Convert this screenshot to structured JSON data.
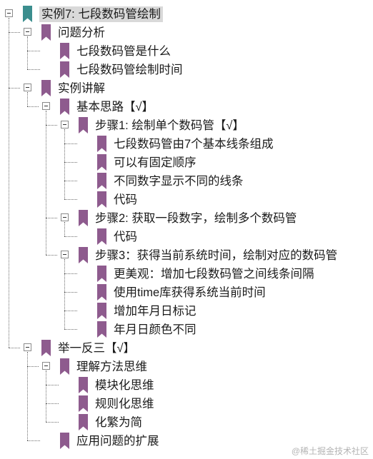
{
  "colors": {
    "root_bookmark": "#3b8e8e",
    "node_bookmark": "#8e5b8e",
    "root_highlight": "#d9d9d9",
    "tree_line": "#707070"
  },
  "tree": {
    "label": "实例7: 七段数码管绘制",
    "icon": "bookmark-icon",
    "children": [
      {
        "label": "问题分析",
        "icon": "bookmark-icon",
        "children": [
          {
            "label": "七段数码管是什么",
            "icon": "bookmark-icon",
            "children": []
          },
          {
            "label": "七段数码管绘制时间",
            "icon": "bookmark-icon",
            "children": []
          }
        ]
      },
      {
        "label": "实例讲解",
        "icon": "bookmark-icon",
        "children": [
          {
            "label": "基本思路【√】",
            "icon": "bookmark-icon",
            "children": [
              {
                "label": "步骤1: 绘制单个数码管【√】",
                "icon": "bookmark-icon",
                "children": [
                  {
                    "label": "七段数码管由7个基本线条组成",
                    "icon": "bookmark-icon",
                    "children": []
                  },
                  {
                    "label": "可以有固定顺序",
                    "icon": "bookmark-icon",
                    "children": []
                  },
                  {
                    "label": "不同数字显示不同的线条",
                    "icon": "bookmark-icon",
                    "children": []
                  },
                  {
                    "label": "代码",
                    "icon": "bookmark-icon",
                    "children": []
                  }
                ]
              },
              {
                "label": "步骤2: 获取一段数字，绘制多个数码管",
                "icon": "bookmark-icon",
                "children": [
                  {
                    "label": "代码",
                    "icon": "bookmark-icon",
                    "children": []
                  }
                ]
              },
              {
                "label": "步骤3：获得当前系统时间，绘制对应的数码管",
                "icon": "bookmark-icon",
                "children": [
                  {
                    "label": "更美观：增加七段数码管之间线条间隔",
                    "icon": "bookmark-icon",
                    "children": []
                  },
                  {
                    "label": "使用time库获得系统当前时间",
                    "icon": "bookmark-icon",
                    "children": []
                  },
                  {
                    "label": "增加年月日标记",
                    "icon": "bookmark-icon",
                    "children": []
                  },
                  {
                    "label": "年月日颜色不同",
                    "icon": "bookmark-icon",
                    "children": []
                  }
                ]
              }
            ]
          }
        ]
      },
      {
        "label": "举一反三【√】",
        "icon": "bookmark-icon",
        "children": [
          {
            "label": "理解方法思维",
            "icon": "bookmark-icon",
            "children": [
              {
                "label": "模块化思维",
                "icon": "bookmark-icon",
                "children": []
              },
              {
                "label": "规则化思维",
                "icon": "bookmark-icon",
                "children": []
              },
              {
                "label": "化繁为简",
                "icon": "bookmark-icon",
                "children": []
              }
            ]
          },
          {
            "label": "应用问题的扩展",
            "icon": "bookmark-icon",
            "children": []
          }
        ]
      }
    ]
  },
  "watermark": "@稀土掘金技术社区"
}
